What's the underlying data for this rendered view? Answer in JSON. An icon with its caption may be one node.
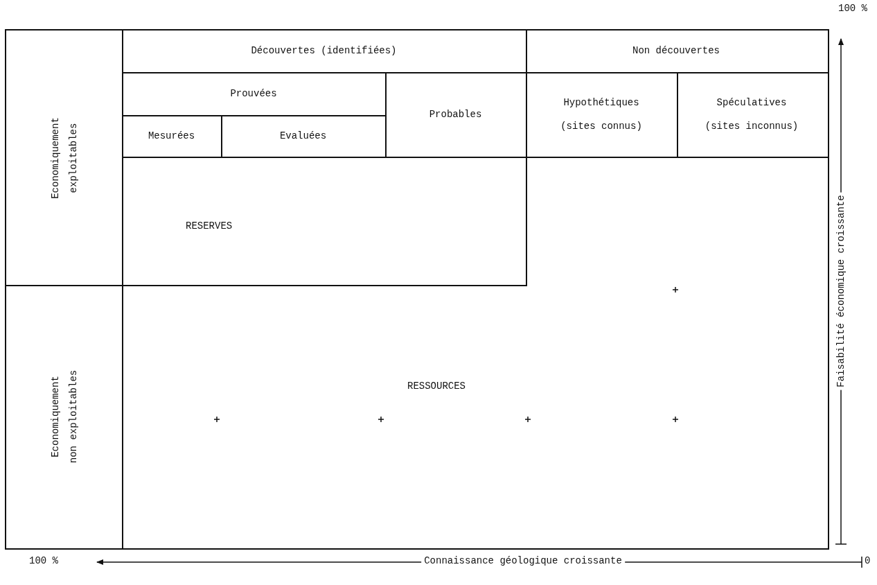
{
  "diagram": {
    "nodes": [
      {
        "text": [
          "Economiquement exploitables"
        ]
      },
      {
        "text": [
          "Economiquement non exploitables"
        ]
      },
      {
        "text": [
          "RESSOURCES"
        ]
      },
      {
        "text": [
          "Découvertes (identifiées)"
        ],
        "in": 2
      },
      {
        "text": [
          "Non découvertes"
        ],
        "in": 2
      },
      {
        "text": [
          "Prouvées"
        ],
        "in": 2
      },
      {
        "text": [
          "Probables"
        ],
        "in": 2
      },
      {
        "text": [
          "Hypothétiques (sites connus)"
        ],
        "in": 2
      },
      {
        "text": [
          "Spéculatives (sites inconnus)"
        ],
        "in": 2
      },
      {
        "text": [
          "Mesurées"
        ],
        "in": 2
      },
      {
        "text": [
          "Evaluées"
        ],
        "in": 2
      },
      {
        "text": [
          "RESERVES"
        ],
        "in": 2
      }
    ],
    "edges": [],
    "labels": [
      "100 %",
      "Faisabilité économique croissante",
      "100 %",
      "Connaissance géologique croissante",
      "0"
    ]
  }
}
